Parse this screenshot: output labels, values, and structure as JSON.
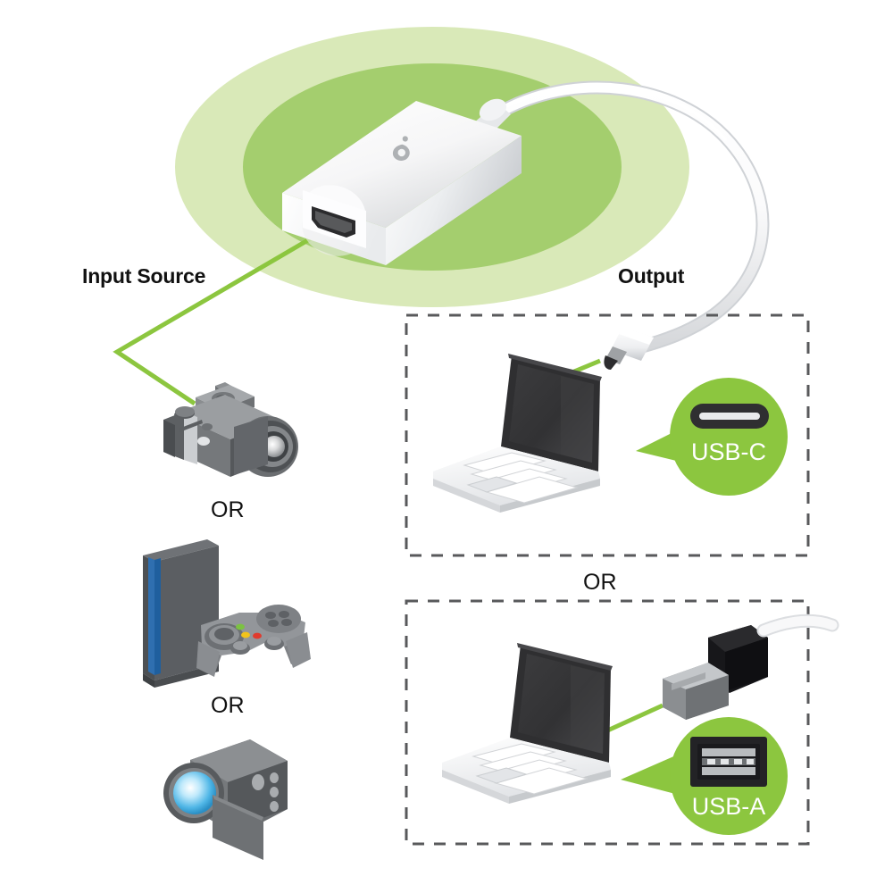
{
  "diagram": {
    "title": "Video Capture Adapter Connection Diagram",
    "background_color": "#ffffff",
    "accent_green": "#8CC63F",
    "line_green": "#8CC63F",
    "ellipse_outer_color": "#D9E9B8",
    "ellipse_inner_color": "#A4CE6E",
    "dashed_border_color": "#58595B"
  },
  "labels": {
    "input_source": "Input Source",
    "output": "Output",
    "or_camera_console": "OR",
    "or_console_camcorder": "OR",
    "or_usb_boxes": "OR"
  },
  "device": {
    "name": "capture-adapter",
    "brand_logo": "iogear-droplet-logo",
    "port_label": "HDMI",
    "cable_color": "#FFFFFF",
    "body_color": "#FFFFFF"
  },
  "input_sources": [
    {
      "id": "dslr-camera",
      "name": "DSLR Camera",
      "icon": "camera-icon"
    },
    {
      "id": "game-console",
      "name": "Game Console and Controller",
      "icon": "game-console-icon"
    },
    {
      "id": "camcorder",
      "name": "Camcorder",
      "icon": "camcorder-icon"
    }
  ],
  "outputs": [
    {
      "id": "usb-c-option",
      "bubble_label": "USB-C",
      "port_icon": "usb-c-port-icon",
      "device": "laptop",
      "connector": "usb-c-connector",
      "bubble_color": "#8CC63F"
    },
    {
      "id": "usb-a-option",
      "bubble_label": "USB-A",
      "port_icon": "usb-a-port-icon",
      "device": "laptop",
      "connector": "usb-a-connector",
      "bubble_color": "#8CC63F"
    }
  ]
}
